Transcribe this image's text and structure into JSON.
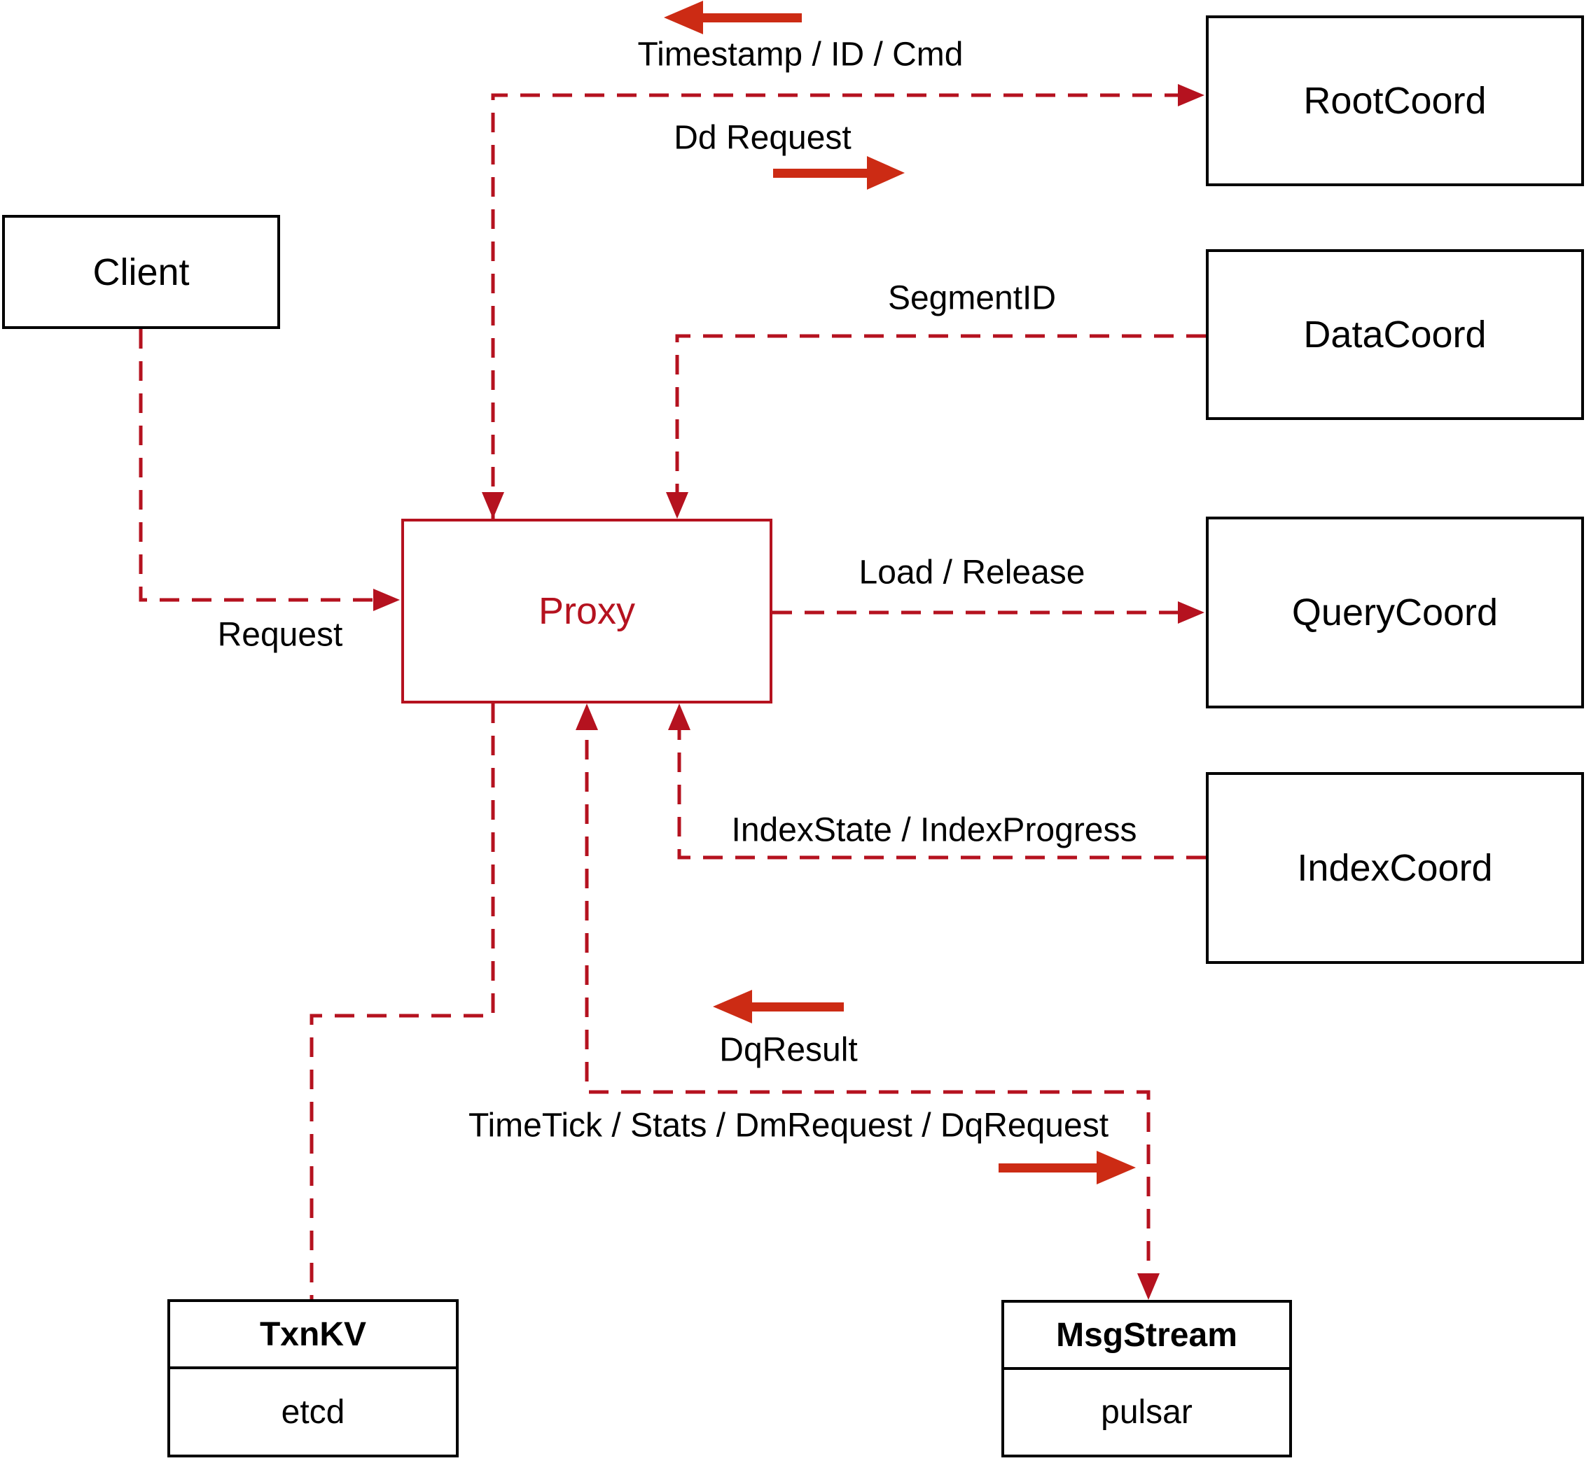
{
  "nodes": {
    "client": {
      "label": "Client"
    },
    "proxy": {
      "label": "Proxy"
    },
    "root_coord": {
      "label": "RootCoord"
    },
    "data_coord": {
      "label": "DataCoord"
    },
    "query_coord": {
      "label": "QueryCoord"
    },
    "index_coord": {
      "label": "IndexCoord"
    },
    "txn_kv": {
      "label": "TxnKV",
      "sublabel": "etcd"
    },
    "msg_stream": {
      "label": "MsgStream",
      "sublabel": "pulsar"
    }
  },
  "edge_labels": {
    "timestamp_id_cmd": "Timestamp / ID / Cmd",
    "dd_request": "Dd Request",
    "segment_id": "SegmentID",
    "request": "Request",
    "load_release": "Load / Release",
    "index_state_progress": "IndexState / IndexProgress",
    "dq_result": "DqResult",
    "timetick_stats": "TimeTick / Stats / DmRequest / DqRequest"
  },
  "colors": {
    "connector_red": "#b5121f",
    "arrow_red": "#cc2b14",
    "node_border": "#000000",
    "label_text": "#000000",
    "background": "#ffffff"
  }
}
